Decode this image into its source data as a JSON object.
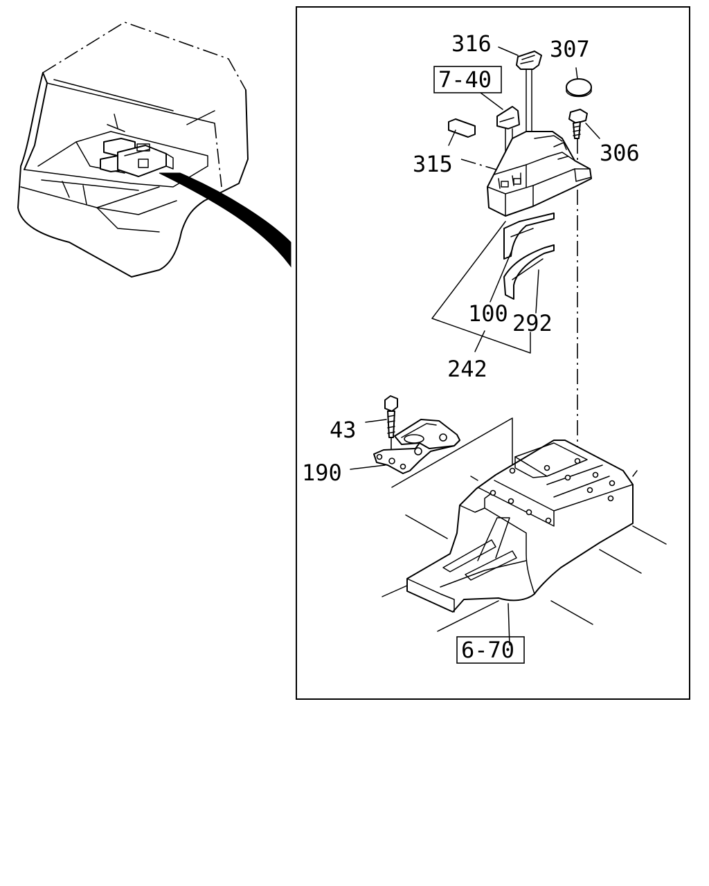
{
  "labels": {
    "p316": "316",
    "p307": "307",
    "ref740": "7-40",
    "p306": "306",
    "p315": "315",
    "p100": "100",
    "p292": "292",
    "p242": "242",
    "p43": "43",
    "p190": "190",
    "ref670": "6-70"
  }
}
